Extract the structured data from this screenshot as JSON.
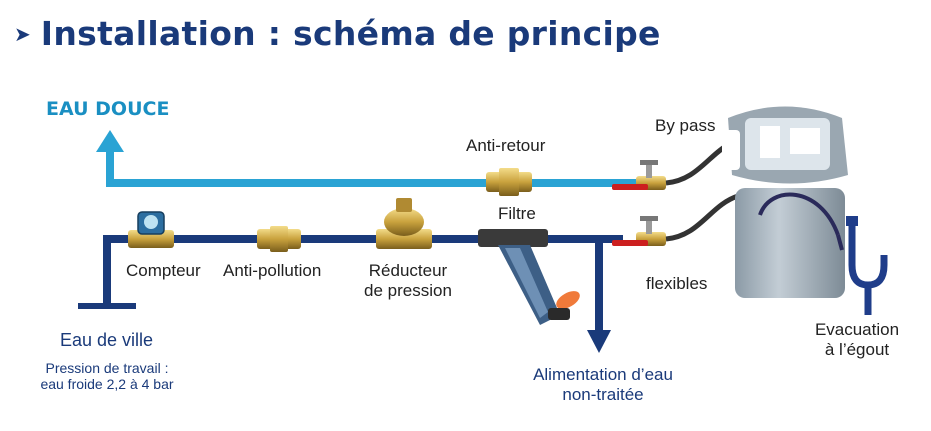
{
  "title": "Installation : schéma de principe",
  "labels": {
    "eau_douce": "EAU DOUCE",
    "anti_retour": "Anti-retour",
    "by_pass": "By pass",
    "filtre": "Filtre",
    "compteur": "Compteur",
    "anti_pollution": "Anti-pollution",
    "reducteur_1": "Réducteur",
    "reducteur_2": "de pression",
    "flexibles": "flexibles",
    "evacuation_1": "Evacuation",
    "evacuation_2": "à l’égout",
    "eau_de_ville": "Eau de ville",
    "pression_1": "Pression de travail :",
    "pression_2": "eau froide 2,2 à 4 bar",
    "alimentation_1": "Alimentation d’eau",
    "alimentation_2": "non-traitée"
  },
  "colors": {
    "title": "#1a3a7a",
    "soft_water": "#2aa3d4",
    "city_water": "#1a3a7a",
    "valve_handle": "#cc1f1f"
  }
}
